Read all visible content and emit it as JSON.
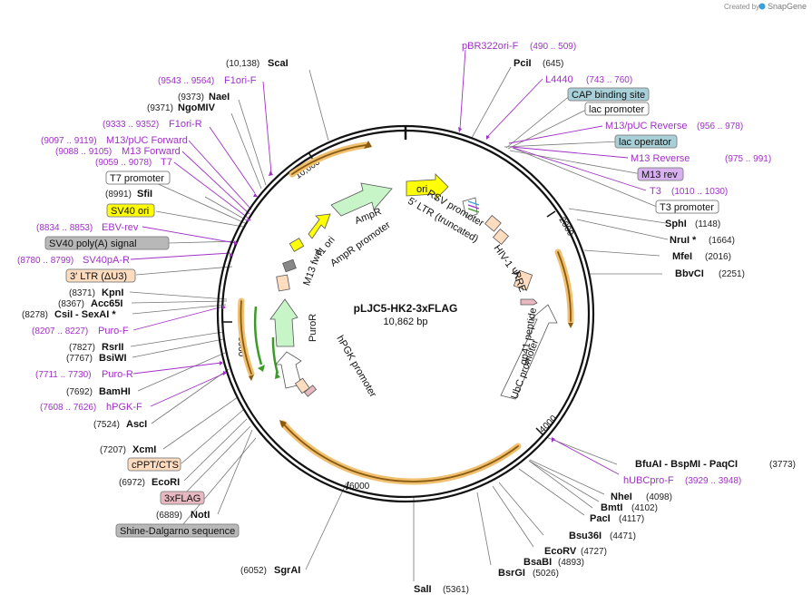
{
  "credit": {
    "prefix": "Created by",
    "brand": "SnapGene"
  },
  "plasmid": {
    "name": "pLJC5-HK2-3xFLAG",
    "size": "10,862 bp"
  },
  "colors": {
    "primer": "#a030c8",
    "ori": "#ffff00",
    "ampR": "#c8f5c8",
    "orange_arc": "#f0c070",
    "green_arrow": "#3c9a2a",
    "cap": "#a8d0d8",
    "m13rev": "#d8b0f0",
    "ltr": "#fddcc0",
    "flag": "#e8b8c0",
    "grey_feat": "#b8b8b8"
  },
  "ticks": [
    "2000",
    "4000",
    "6000",
    "8000",
    "10,000"
  ],
  "enzymes": [
    {
      "name": "ScaI",
      "pos": "(10,138)"
    },
    {
      "name": "NaeI",
      "pos": "(9373)"
    },
    {
      "name": "NgoMIV",
      "pos": "(9371)"
    },
    {
      "name": "SfiI",
      "pos": "(8991)"
    },
    {
      "name": "KpnI",
      "pos": "(8371)"
    },
    {
      "name": "Acc65I",
      "pos": "(8367)"
    },
    {
      "name": "CsiI",
      "pos": "(8278)",
      "extra": "SexAI *"
    },
    {
      "name": "RsrII",
      "pos": "(7827)"
    },
    {
      "name": "BsiWI",
      "pos": "(7767)"
    },
    {
      "name": "BamHI",
      "pos": "(7692)"
    },
    {
      "name": "AscI",
      "pos": "(7524)"
    },
    {
      "name": "XcmI",
      "pos": "(7207)"
    },
    {
      "name": "EcoRI",
      "pos": "(6972)"
    },
    {
      "name": "NotI",
      "pos": "(6889)"
    },
    {
      "name": "SgrAI",
      "pos": "(6052)"
    },
    {
      "name": "SalI",
      "pos": "(5361)"
    },
    {
      "name": "BsrGI",
      "pos": "(5026)"
    },
    {
      "name": "BsaBI",
      "pos": "(4893)"
    },
    {
      "name": "EcoRV",
      "pos": "(4727)"
    },
    {
      "name": "Bsu36I",
      "pos": "(4471)"
    },
    {
      "name": "PacI",
      "pos": "(4117)"
    },
    {
      "name": "BmtI",
      "pos": "(4102)"
    },
    {
      "name": "NheI",
      "pos": "(4098)"
    },
    {
      "name": "BfuAI - BspMI - PaqCI",
      "pos": "(3773)"
    },
    {
      "name": "BbvCI",
      "pos": "(2251)"
    },
    {
      "name": "MfeI",
      "pos": "(2016)"
    },
    {
      "name": "NruI *",
      "pos": "(1664)"
    },
    {
      "name": "SphI",
      "pos": "(1148)"
    },
    {
      "name": "PciI",
      "pos": "(645)"
    }
  ],
  "primers": [
    {
      "name": "F1ori-F",
      "pos": "(9543 .. 9564)"
    },
    {
      "name": "F1ori-R",
      "pos": "(9333 .. 9352)"
    },
    {
      "name": "M13/pUC Forward",
      "pos": "(9097 .. 9119)"
    },
    {
      "name": "M13 Forward",
      "pos": "(9088 .. 9105)"
    },
    {
      "name": "T7",
      "pos": "(9059 .. 9078)"
    },
    {
      "name": "EBV-rev",
      "pos": "(8834 .. 8853)"
    },
    {
      "name": "SV40pA-R",
      "pos": "(8780 .. 8799)"
    },
    {
      "name": "Puro-F",
      "pos": "(8207 .. 8227)"
    },
    {
      "name": "Puro-R",
      "pos": "(7711 .. 7730)"
    },
    {
      "name": "hPGK-F",
      "pos": "(7608 .. 7626)"
    },
    {
      "name": "pBR322ori-F",
      "pos": "(490 .. 509)"
    },
    {
      "name": "L4440",
      "pos": "(743 .. 760)"
    },
    {
      "name": "M13/pUC Reverse",
      "pos": "(956 .. 978)"
    },
    {
      "name": "M13 Reverse",
      "pos": "(975 .. 991)"
    },
    {
      "name": "T3",
      "pos": "(1010 .. 1030)"
    },
    {
      "name": "hUBCpro-F",
      "pos": "(3929 .. 3948)"
    }
  ],
  "boxed": {
    "t7_promoter": "T7 promoter",
    "sv40_ori": "SV40 ori",
    "sv40_polya": "SV40 poly(A) signal",
    "ltr3": "3′ LTR (ΔU3)",
    "cppt": "cPPT/CTS",
    "flag3x": "3xFLAG",
    "shine": "Shine-Dalgarno sequence",
    "cap": "CAP binding site",
    "lac_promoter": "lac promoter",
    "lac_operator": "lac operator",
    "m13rev": "M13 rev",
    "t3_promoter": "T3 promoter"
  },
  "inner_features": {
    "ori": "ori",
    "ampr": "AmpR",
    "ampr_promoter": "AmpR promoter",
    "f1ori": "f1 ori",
    "m13fwd": "M13 fwd",
    "puror": "PuroR",
    "hpgk": "hPGK promoter",
    "rsv": "RSV promoter",
    "ltr5": "5′ LTR (truncated)",
    "hiv": "HIV-1 Ψ",
    "rre": "RRE",
    "gp41": "gp41 peptide",
    "ubc": "UbC promoter"
  }
}
